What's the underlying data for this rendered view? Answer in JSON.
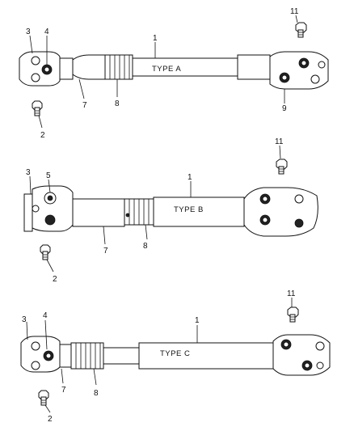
{
  "assemblies": [
    {
      "type_label": "TYPE  A",
      "callouts": {
        "shaft": "1",
        "flange_left": "3",
        "yoke_left": "4",
        "tube": "7",
        "boot": "8",
        "flange_right": "9",
        "bolt_left": "2",
        "bolt_right": "11"
      }
    },
    {
      "type_label": "TYPE  B",
      "callouts": {
        "shaft": "1",
        "flange_left": "3",
        "yoke_left": "5",
        "tube": "7",
        "boot": "8",
        "bolt_left": "2",
        "bolt_right": "11"
      }
    },
    {
      "type_label": "TYPE  C",
      "callouts": {
        "shaft": "1",
        "flange_left": "3",
        "yoke_left": "4",
        "tube": "7",
        "boot": "8",
        "bolt_left": "2",
        "bolt_right": "11"
      }
    }
  ]
}
